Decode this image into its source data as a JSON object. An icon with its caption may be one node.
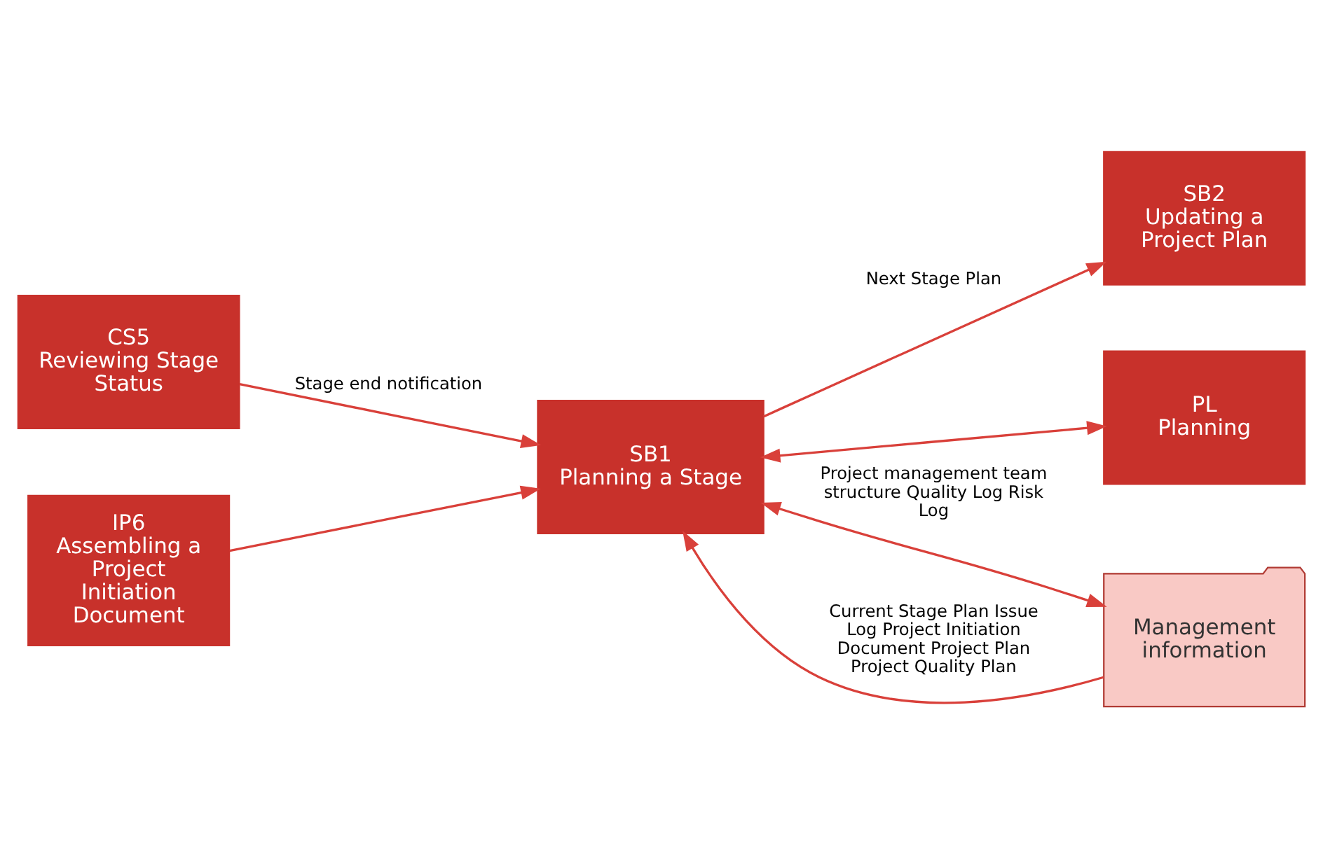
{
  "diagram": {
    "nodes": [
      {
        "text": [
          "CS5",
          "Reviewing Stage Status"
        ]
      },
      {
        "text": [
          "SB1",
          "Planning a Stage"
        ]
      },
      {
        "text": [
          "SB2",
          "Updating a Project Plan"
        ]
      },
      {
        "text": [
          "IP6",
          "Assembling a Project Initiation Document"
        ]
      },
      {
        "text": [
          "PL",
          "Planning"
        ]
      },
      {
        "text": [
          "Management information"
        ]
      }
    ],
    "edges": [
      {
        "from": 0,
        "to": 1,
        "arrow": "to",
        "label": "Stage end notification"
      },
      {
        "from": 1,
        "to": 2,
        "arrow": "to",
        "label": "Next Stage Plan"
      },
      {
        "from": 3,
        "to": 1,
        "arrow": "to"
      },
      {
        "from": 1,
        "to": 4,
        "arrow": "both"
      },
      {
        "from": 1,
        "to": 5,
        "arrow": "both",
        "label": "Project management team structure Quality Log Risk Log"
      },
      {
        "from": 5,
        "to": 1,
        "arrow": "to",
        "label": "Current Stage Plan Issue Log Project Initiation Document Project Plan Project Quality Plan"
      }
    ]
  }
}
